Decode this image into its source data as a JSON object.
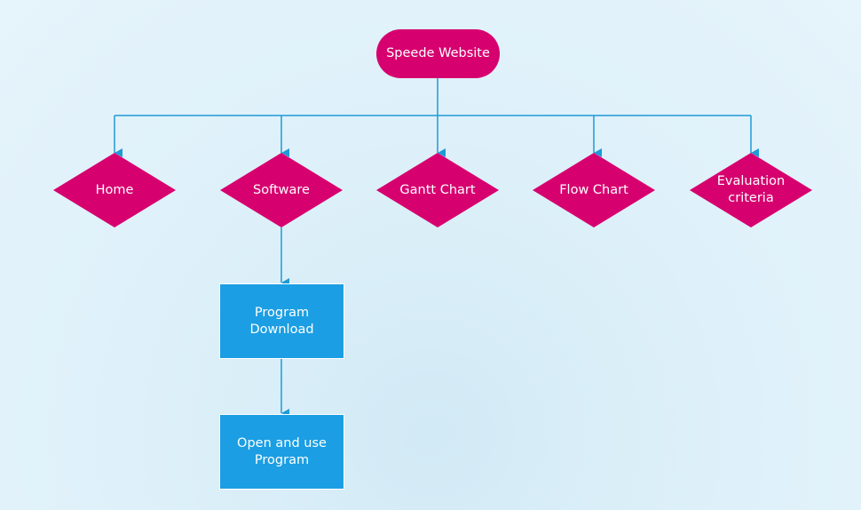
{
  "diagram": {
    "root": {
      "label": "Speede Website"
    },
    "branches": [
      {
        "id": "home",
        "label": "Home"
      },
      {
        "id": "software",
        "label": "Software"
      },
      {
        "id": "gantt",
        "label": "Gantt Chart"
      },
      {
        "id": "flow",
        "label": "Flow Chart"
      },
      {
        "id": "evaluation",
        "label": "Evaluation criteria"
      }
    ],
    "steps": [
      {
        "id": "program-download",
        "label": "Program Download"
      },
      {
        "id": "open-use",
        "label": "Open and use Program"
      }
    ]
  },
  "colors": {
    "decision_fill": "#d7006f",
    "terminal_fill": "#d7006f",
    "process_fill": "#1b9ee3",
    "connector": "#1f9ad6",
    "text": "#ffffff"
  }
}
